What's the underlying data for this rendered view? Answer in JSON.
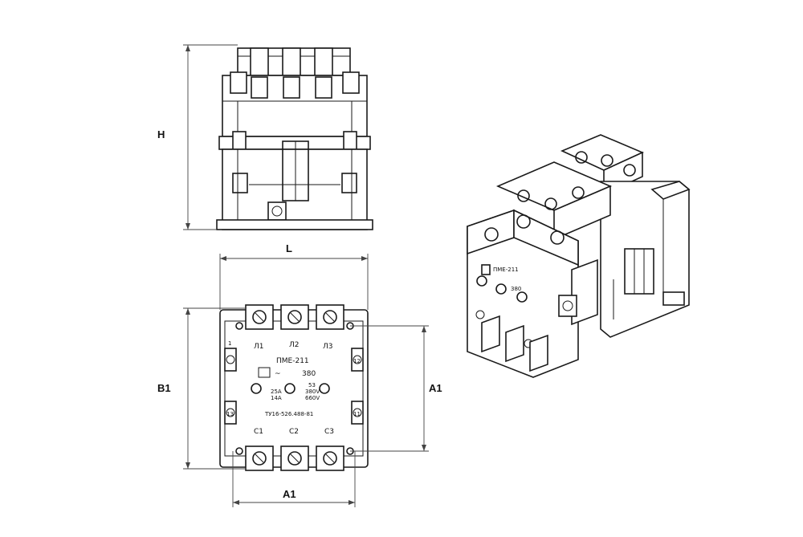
{
  "dimensions": {
    "height_label": "H",
    "length_label": "L",
    "b1_label": "B1",
    "a1_side_label": "A1",
    "a1_bottom_label": "A1"
  },
  "front_panel": {
    "model": "ПМЕ-211",
    "supply_symbol": "~",
    "voltage": "380",
    "rating_current_1": "25A",
    "rating_current_2": "14A",
    "rating_code": "53",
    "rating_voltage_1": "380V",
    "rating_voltage_2": "660V",
    "standard": "ТУ16-526.488-81",
    "terminals_top": [
      "Л1",
      "Л2",
      "Л3"
    ],
    "terminals_bottom": [
      "С1",
      "С2",
      "С3"
    ],
    "aux_left": [
      "1",
      "1З"
    ],
    "aux_right": [
      "12",
      "11"
    ]
  },
  "iso_view": {
    "model": "ПМЕ-211",
    "voltage": "380"
  }
}
